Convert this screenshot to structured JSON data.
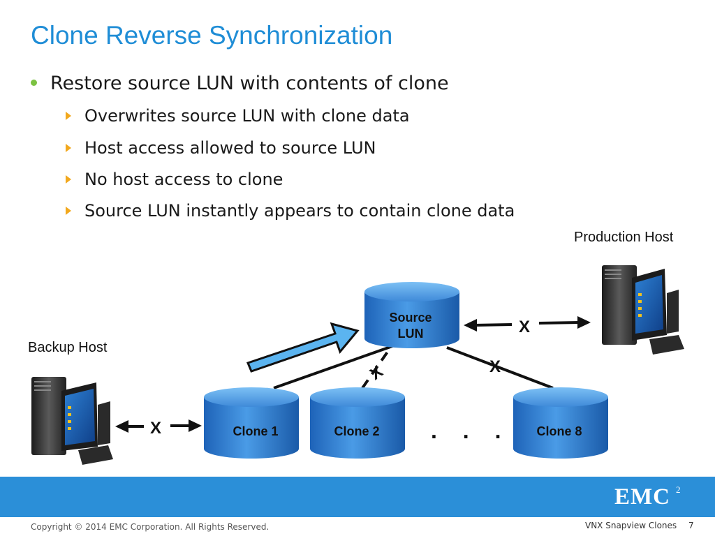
{
  "slide": {
    "title": "Clone Reverse Synchronization",
    "bullet": "Restore source LUN with contents of clone",
    "sub_bullets": [
      "Overwrites source LUN with clone data",
      "Host access allowed to source LUN",
      "No host access to clone",
      "Source LUN instantly appears to contain clone data"
    ]
  },
  "diagram": {
    "production_host_label": "Production  Host",
    "backup_host_label": "Backup Host",
    "source_lun_line1": "Source",
    "source_lun_line2": "LUN",
    "clones": [
      "Clone 1",
      "Clone 2",
      "Clone 8"
    ],
    "ellipsis": ". . .",
    "blocked_marker": "X"
  },
  "footer": {
    "logo": "EMC",
    "logo_superscript": "2",
    "copyright": "Copyright © 2014 EMC Corporation. All Rights Reserved.",
    "deck_title": "VNX Snapview Clones",
    "page_number": "7"
  },
  "colors": {
    "title": "#1f8dd6",
    "bullet_dot": "#7cc242",
    "sub_bullet_arrow": "#f2a81d",
    "footer_band": "#2b8fd8",
    "cylinder": "#2f7fd0",
    "restore_arrow": "#5bb4f0"
  },
  "icons": {
    "bullet": "circle-bullet",
    "sub_bullet": "triangle-right",
    "hosts": "server-tower-with-monitor"
  }
}
